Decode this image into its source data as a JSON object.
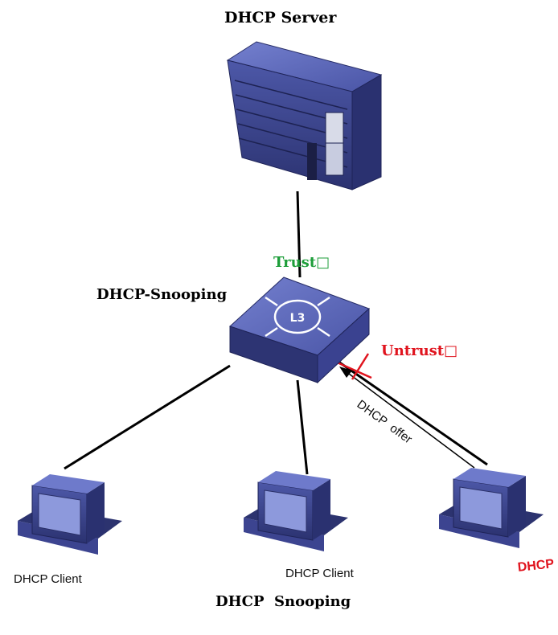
{
  "server": {
    "label": "DHCP Server"
  },
  "switch": {
    "label": "DHCP-Snooping",
    "trust_label": "Trust□",
    "untrust_label": "Untrust□"
  },
  "clients": [
    {
      "label": "DHCP Client"
    },
    {
      "label": "DHCP Client"
    },
    {
      "label": "DHCP"
    }
  ],
  "arrow": {
    "label": "DHCP  offer"
  },
  "caption": "DHCP  Snooping",
  "colors": {
    "trust": "#1e9e3a",
    "untrust": "#e0141e",
    "device_top": "#5a66b8",
    "device_side": "#2c336f",
    "link": "#000000"
  }
}
